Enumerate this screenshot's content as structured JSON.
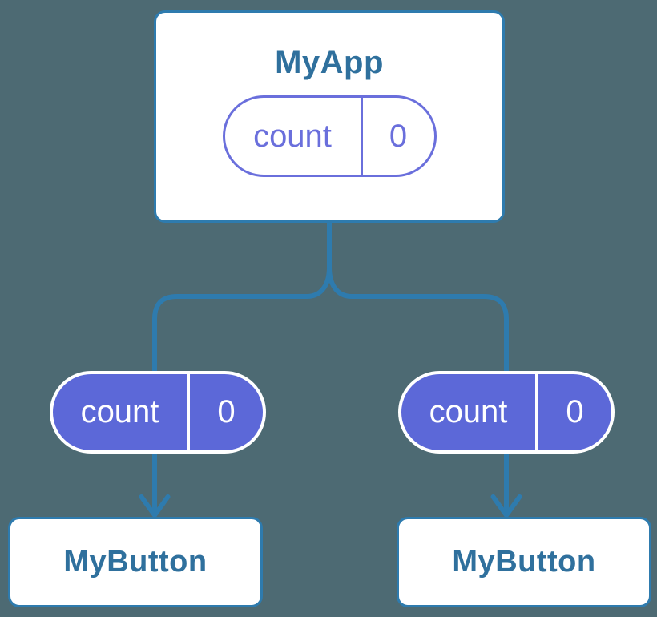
{
  "colors": {
    "background": "#4d6a73",
    "connector": "#2e7bae",
    "box_border": "#2e7bae",
    "box_bg": "#ffffff",
    "label_text": "#2f709d",
    "pill_fill": "#5c68d8",
    "pill_outline": "#6a6fdc",
    "pill_text_light": "#ffffff"
  },
  "root_node": {
    "label": "MyApp",
    "state_name": "count",
    "state_value": "0"
  },
  "child_nodes": [
    {
      "label": "MyButton",
      "state_name": "count",
      "state_value": "0"
    },
    {
      "label": "MyButton",
      "state_name": "count",
      "state_value": "0"
    }
  ]
}
